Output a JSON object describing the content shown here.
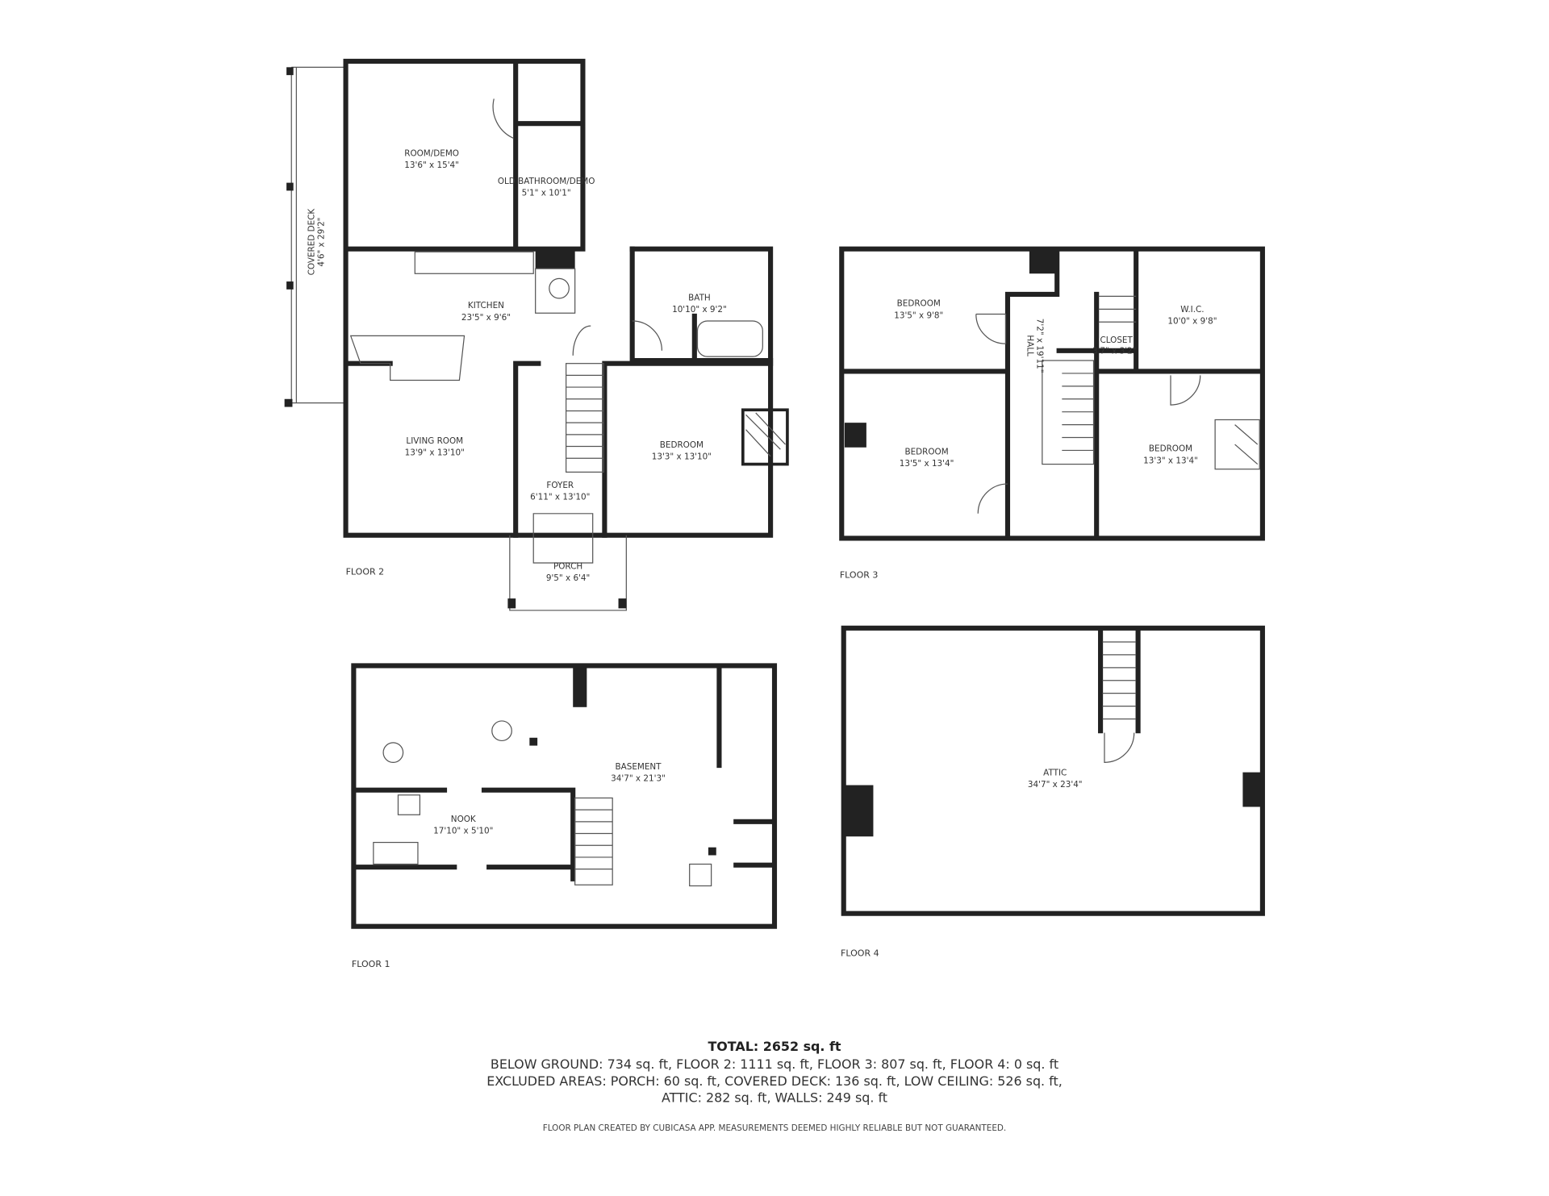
{
  "floors": {
    "floor1": {
      "label": "FLOOR 1",
      "rooms": [
        {
          "name": "BASEMENT",
          "size": "34'7\" x 21'3\""
        },
        {
          "name": "NOOK",
          "size": "17'10\" x 5'10\""
        }
      ]
    },
    "floor2": {
      "label": "FLOOR 2",
      "rooms": [
        {
          "name": "ROOM/DEMO",
          "size": "13'6\" x 15'4\""
        },
        {
          "name": "OLD BATHROOM/DEMO",
          "size": "5'1\" x 10'1\""
        },
        {
          "name": "KITCHEN",
          "size": "23'5\" x 9'6\""
        },
        {
          "name": "BATH",
          "size": "10'10\" x 9'2\""
        },
        {
          "name": "LIVING ROOM",
          "size": "13'9\" x 13'10\""
        },
        {
          "name": "FOYER",
          "size": "6'11\" x 13'10\""
        },
        {
          "name": "BEDROOM",
          "size": "13'3\" x 13'10\""
        },
        {
          "name": "PORCH",
          "size": "9'5\" x 6'4\""
        },
        {
          "name": "COVERED DECK",
          "size": "4'6\" x 29'2\""
        }
      ]
    },
    "floor3": {
      "label": "FLOOR 3",
      "rooms": [
        {
          "name": "BEDROOM",
          "size": "13'5\" x 9'8\""
        },
        {
          "name": "HALL",
          "size": "7'2\" x 19'11\""
        },
        {
          "name": "CLOSET",
          "size": "3'7\" x 3'2\""
        },
        {
          "name": "W.I.C.",
          "size": "10'0\" x 9'8\""
        },
        {
          "name": "BEDROOM",
          "size": "13'5\" x 13'4\""
        },
        {
          "name": "BEDROOM",
          "size": "13'3\" x 13'4\""
        }
      ]
    },
    "floor4": {
      "label": "FLOOR 4",
      "rooms": [
        {
          "name": "ATTIC",
          "size": "34'7\" x 23'4\""
        }
      ]
    }
  },
  "summary": {
    "total": "TOTAL: 2652 sq. ft",
    "line1": "BELOW GROUND: 734 sq. ft, FLOOR 2: 1111 sq. ft, FLOOR 3: 807 sq. ft, FLOOR 4: 0 sq. ft",
    "line2": "EXCLUDED AREAS: PORCH: 60 sq. ft, COVERED DECK: 136 sq. ft, LOW CEILING: 526 sq. ft,",
    "line3": "ATTIC: 282 sq. ft, WALLS: 249 sq. ft",
    "disclaimer": "FLOOR PLAN CREATED BY CUBICASA APP. MEASUREMENTS DEEMED HIGHLY RELIABLE BUT NOT GUARANTEED."
  }
}
